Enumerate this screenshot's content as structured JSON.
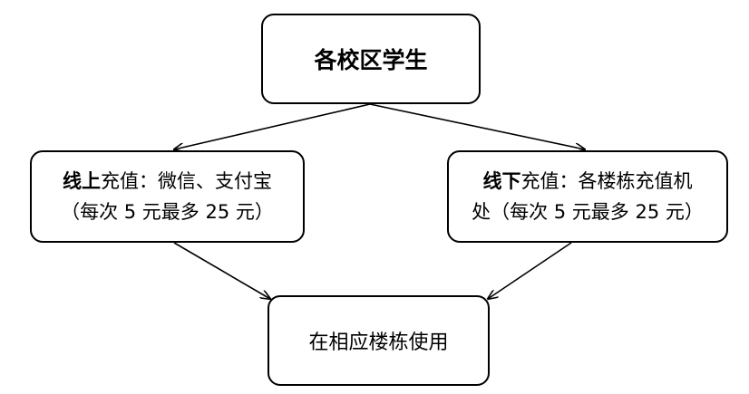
{
  "diagram": {
    "nodes": {
      "top": {
        "text": "各校区学生"
      },
      "left": {
        "title_bold": "线上",
        "title_rest": "充值：微信、支付宝",
        "subtitle": "（每次 5 元最多 25 元）"
      },
      "right": {
        "title_bold": "线下",
        "title_rest": "充值：各楼栋充值机",
        "subtitle": "处（每次 5 元最多 25 元）"
      },
      "bottom": {
        "text": "在相应楼栋使用"
      }
    },
    "edges": [
      {
        "from": "top",
        "to": "left"
      },
      {
        "from": "top",
        "to": "right"
      },
      {
        "from": "left",
        "to": "bottom"
      },
      {
        "from": "right",
        "to": "bottom"
      }
    ],
    "line_color": "#000000"
  }
}
